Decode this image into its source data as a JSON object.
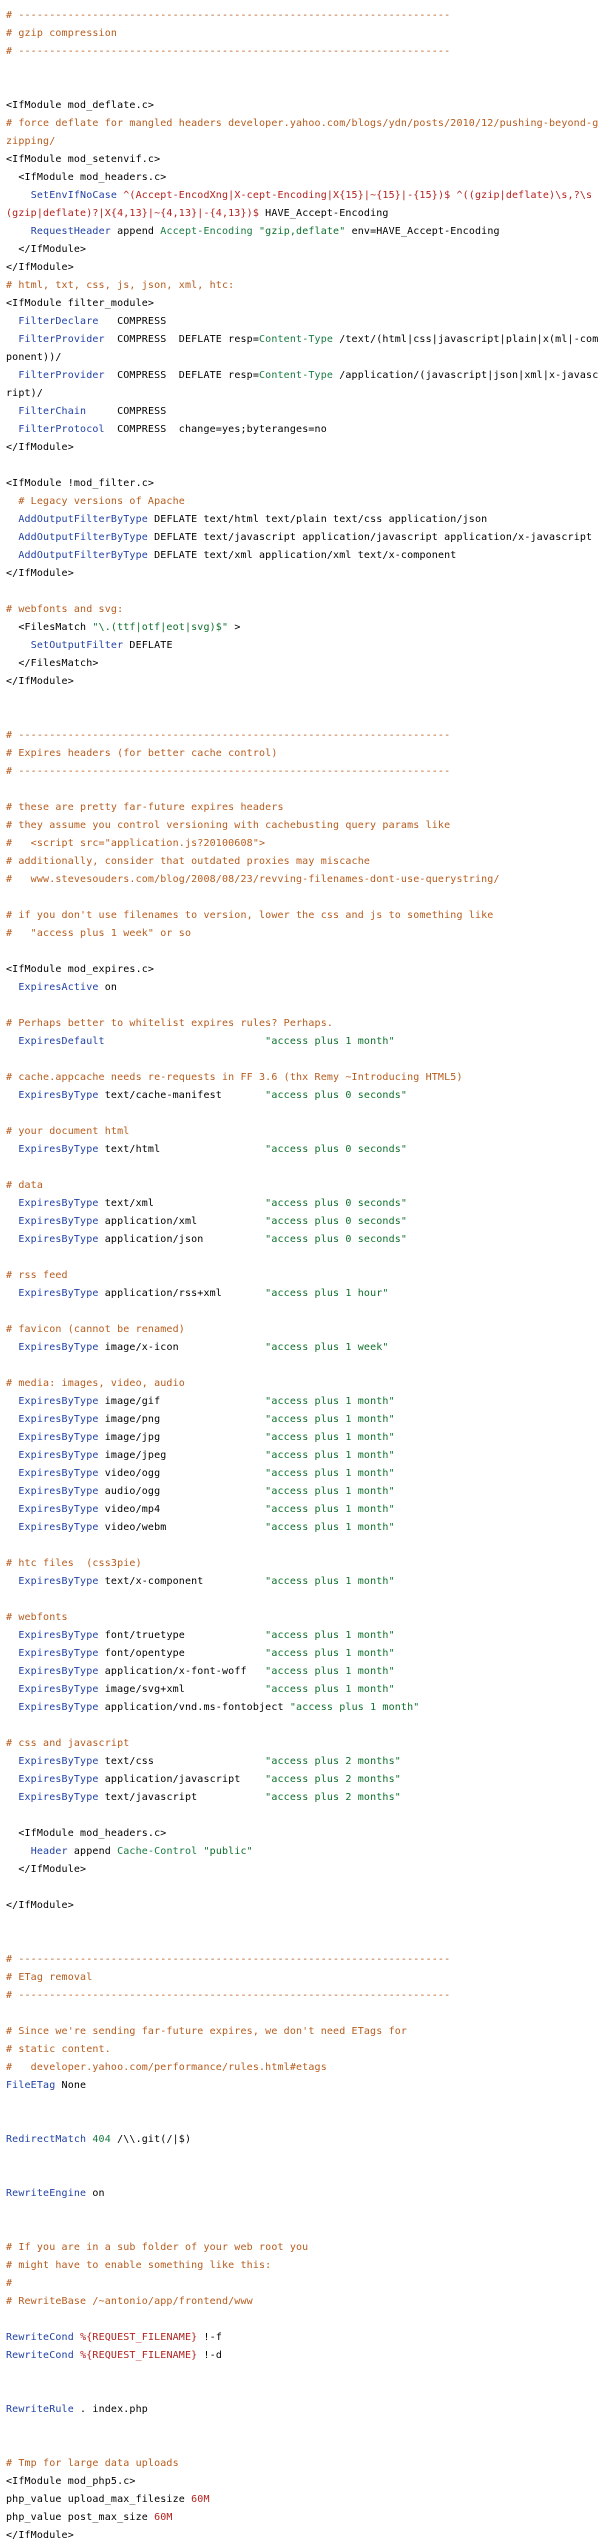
{
  "editor": {
    "colors": {
      "comment": "#b65c1e",
      "keyword": "#2142a5",
      "string": "#0e6f2c",
      "regex": "#b2211d",
      "type": "#1a7a42",
      "plain": "#000000",
      "background": "#ffffff"
    },
    "lines": [
      [
        [
          "c",
          "# ----------------------------------------------------------------------"
        ]
      ],
      [
        [
          "c",
          "# gzip compression"
        ]
      ],
      [
        [
          "c",
          "# ----------------------------------------------------------------------"
        ]
      ],
      [],
      [],
      [
        [
          "p",
          "<IfModule mod_deflate.c>"
        ]
      ],
      [
        [
          "c",
          "# force deflate for mangled headers developer.yahoo.com/blogs/ydn/posts/2010/12/pushing-beyond-gzipping/"
        ]
      ],
      [
        [
          "p",
          "<IfModule mod_setenvif.c>"
        ]
      ],
      [
        [
          "p",
          "  <IfModule mod_headers.c>"
        ]
      ],
      [
        [
          "p",
          "    "
        ],
        [
          "k",
          "SetEnvIfNoCase"
        ],
        [
          "p",
          " "
        ],
        [
          "r",
          "^(Accept-EncodXng|X-cept-Encoding|X{15}|~{15}|-{15})$"
        ],
        [
          "p",
          " "
        ],
        [
          "r",
          "^((gzip|deflate)\\s,?\\s(gzip|deflate)?|X{4,13}|~{4,13}|-{4,13})$"
        ],
        [
          "p",
          " HAVE_Accept-Encoding"
        ]
      ],
      [
        [
          "p",
          "    "
        ],
        [
          "k",
          "RequestHeader"
        ],
        [
          "p",
          " append "
        ],
        [
          "t",
          "Accept-Encoding"
        ],
        [
          "p",
          " "
        ],
        [
          "s",
          "\"gzip,deflate\""
        ],
        [
          "p",
          " env=HAVE_Accept-Encoding"
        ]
      ],
      [
        [
          "p",
          "  </IfModule>"
        ]
      ],
      [
        [
          "p",
          "</IfModule>"
        ]
      ],
      [
        [
          "c",
          "# html, txt, css, js, json, xml, htc:"
        ]
      ],
      [
        [
          "p",
          "<IfModule filter_module>"
        ]
      ],
      [
        [
          "p",
          "  "
        ],
        [
          "k",
          "FilterDeclare"
        ],
        [
          "p",
          "   COMPRESS"
        ]
      ],
      [
        [
          "p",
          "  "
        ],
        [
          "k",
          "FilterProvider"
        ],
        [
          "p",
          "  COMPRESS  DEFLATE resp="
        ],
        [
          "t",
          "Content-Type"
        ],
        [
          "p",
          " /text/(html|css|javascript|plain|x(ml|-component))/"
        ]
      ],
      [
        [
          "p",
          "  "
        ],
        [
          "k",
          "FilterProvider"
        ],
        [
          "p",
          "  COMPRESS  DEFLATE resp="
        ],
        [
          "t",
          "Content-Type"
        ],
        [
          "p",
          " /application/(javascript|json|xml|x-javascript)/"
        ]
      ],
      [
        [
          "p",
          "  "
        ],
        [
          "k",
          "FilterChain"
        ],
        [
          "p",
          "     COMPRESS"
        ]
      ],
      [
        [
          "p",
          "  "
        ],
        [
          "k",
          "FilterProtocol"
        ],
        [
          "p",
          "  COMPRESS  change=yes;byteranges=no"
        ]
      ],
      [
        [
          "p",
          "</IfModule>"
        ]
      ],
      [],
      [
        [
          "p",
          "<IfModule !mod_filter.c>"
        ]
      ],
      [
        [
          "c",
          "  # Legacy versions of Apache"
        ]
      ],
      [
        [
          "p",
          "  "
        ],
        [
          "k",
          "AddOutputFilterByType"
        ],
        [
          "p",
          " DEFLATE text/html text/plain text/css application/json"
        ]
      ],
      [
        [
          "p",
          "  "
        ],
        [
          "k",
          "AddOutputFilterByType"
        ],
        [
          "p",
          " DEFLATE text/javascript application/javascript application/x-javascript"
        ]
      ],
      [
        [
          "p",
          "  "
        ],
        [
          "k",
          "AddOutputFilterByType"
        ],
        [
          "p",
          " DEFLATE text/xml application/xml text/x-component"
        ]
      ],
      [
        [
          "p",
          "</IfModule>"
        ]
      ],
      [],
      [
        [
          "c",
          "# webfonts and svg:"
        ]
      ],
      [
        [
          "p",
          "  <FilesMatch "
        ],
        [
          "s",
          "\"\\.(ttf|otf|eot|svg)$\""
        ],
        [
          "p",
          " >"
        ]
      ],
      [
        [
          "p",
          "    "
        ],
        [
          "k",
          "SetOutputFilter"
        ],
        [
          "p",
          " DEFLATE"
        ]
      ],
      [
        [
          "p",
          "  </FilesMatch>"
        ]
      ],
      [
        [
          "p",
          "</IfModule>"
        ]
      ],
      [],
      [],
      [
        [
          "c",
          "# ----------------------------------------------------------------------"
        ]
      ],
      [
        [
          "c",
          "# Expires headers (for better cache control)"
        ]
      ],
      [
        [
          "c",
          "# ----------------------------------------------------------------------"
        ]
      ],
      [],
      [
        [
          "c",
          "# these are pretty far-future expires headers"
        ]
      ],
      [
        [
          "c",
          "# they assume you control versioning with cachebusting query params like"
        ]
      ],
      [
        [
          "c",
          "#   <script src=\"application.js?20100608\">"
        ]
      ],
      [
        [
          "c",
          "# additionally, consider that outdated proxies may miscache"
        ]
      ],
      [
        [
          "c",
          "#   www.stevesouders.com/blog/2008/08/23/revving-filenames-dont-use-querystring/"
        ]
      ],
      [],
      [
        [
          "c",
          "# if you don't use filenames to version, lower the css and js to something like"
        ]
      ],
      [
        [
          "c",
          "#   \"access plus 1 week\" or so"
        ]
      ],
      [],
      [
        [
          "p",
          "<IfModule mod_expires.c>"
        ]
      ],
      [
        [
          "p",
          "  "
        ],
        [
          "k",
          "ExpiresActive"
        ],
        [
          "p",
          " on"
        ]
      ],
      [],
      [
        [
          "c",
          "# Perhaps better to whitelist expires rules? Perhaps."
        ]
      ],
      [
        [
          "p",
          "  "
        ],
        [
          "k",
          "ExpiresDefault"
        ],
        [
          "p",
          "                          "
        ],
        [
          "s",
          "\"access plus 1 month\""
        ]
      ],
      [],
      [
        [
          "c",
          "# cache.appcache needs re-requests in FF 3.6 (thx Remy ~Introducing HTML5)"
        ]
      ],
      [
        [
          "p",
          "  "
        ],
        [
          "k",
          "ExpiresByType"
        ],
        [
          "p",
          " text/cache-manifest       "
        ],
        [
          "s",
          "\"access plus 0 seconds\""
        ]
      ],
      [],
      [
        [
          "c",
          "# your document html"
        ]
      ],
      [
        [
          "p",
          "  "
        ],
        [
          "k",
          "ExpiresByType"
        ],
        [
          "p",
          " text/html                 "
        ],
        [
          "s",
          "\"access plus 0 seconds\""
        ]
      ],
      [],
      [
        [
          "c",
          "# data"
        ]
      ],
      [
        [
          "p",
          "  "
        ],
        [
          "k",
          "ExpiresByType"
        ],
        [
          "p",
          " text/xml                  "
        ],
        [
          "s",
          "\"access plus 0 seconds\""
        ]
      ],
      [
        [
          "p",
          "  "
        ],
        [
          "k",
          "ExpiresByType"
        ],
        [
          "p",
          " application/xml           "
        ],
        [
          "s",
          "\"access plus 0 seconds\""
        ]
      ],
      [
        [
          "p",
          "  "
        ],
        [
          "k",
          "ExpiresByType"
        ],
        [
          "p",
          " application/json          "
        ],
        [
          "s",
          "\"access plus 0 seconds\""
        ]
      ],
      [],
      [
        [
          "c",
          "# rss feed"
        ]
      ],
      [
        [
          "p",
          "  "
        ],
        [
          "k",
          "ExpiresByType"
        ],
        [
          "p",
          " application/rss+xml       "
        ],
        [
          "s",
          "\"access plus 1 hour\""
        ]
      ],
      [],
      [
        [
          "c",
          "# favicon (cannot be renamed)"
        ]
      ],
      [
        [
          "p",
          "  "
        ],
        [
          "k",
          "ExpiresByType"
        ],
        [
          "p",
          " image/x-icon              "
        ],
        [
          "s",
          "\"access plus 1 week\""
        ]
      ],
      [],
      [
        [
          "c",
          "# media: images, video, audio"
        ]
      ],
      [
        [
          "p",
          "  "
        ],
        [
          "k",
          "ExpiresByType"
        ],
        [
          "p",
          " image/gif                 "
        ],
        [
          "s",
          "\"access plus 1 month\""
        ]
      ],
      [
        [
          "p",
          "  "
        ],
        [
          "k",
          "ExpiresByType"
        ],
        [
          "p",
          " image/png                 "
        ],
        [
          "s",
          "\"access plus 1 month\""
        ]
      ],
      [
        [
          "p",
          "  "
        ],
        [
          "k",
          "ExpiresByType"
        ],
        [
          "p",
          " image/jpg                 "
        ],
        [
          "s",
          "\"access plus 1 month\""
        ]
      ],
      [
        [
          "p",
          "  "
        ],
        [
          "k",
          "ExpiresByType"
        ],
        [
          "p",
          " image/jpeg                "
        ],
        [
          "s",
          "\"access plus 1 month\""
        ]
      ],
      [
        [
          "p",
          "  "
        ],
        [
          "k",
          "ExpiresByType"
        ],
        [
          "p",
          " video/ogg                 "
        ],
        [
          "s",
          "\"access plus 1 month\""
        ]
      ],
      [
        [
          "p",
          "  "
        ],
        [
          "k",
          "ExpiresByType"
        ],
        [
          "p",
          " audio/ogg                 "
        ],
        [
          "s",
          "\"access plus 1 month\""
        ]
      ],
      [
        [
          "p",
          "  "
        ],
        [
          "k",
          "ExpiresByType"
        ],
        [
          "p",
          " video/mp4                 "
        ],
        [
          "s",
          "\"access plus 1 month\""
        ]
      ],
      [
        [
          "p",
          "  "
        ],
        [
          "k",
          "ExpiresByType"
        ],
        [
          "p",
          " video/webm                "
        ],
        [
          "s",
          "\"access plus 1 month\""
        ]
      ],
      [],
      [
        [
          "c",
          "# htc files  (css3pie)"
        ]
      ],
      [
        [
          "p",
          "  "
        ],
        [
          "k",
          "ExpiresByType"
        ],
        [
          "p",
          " text/x-component          "
        ],
        [
          "s",
          "\"access plus 1 month\""
        ]
      ],
      [],
      [
        [
          "c",
          "# webfonts"
        ]
      ],
      [
        [
          "p",
          "  "
        ],
        [
          "k",
          "ExpiresByType"
        ],
        [
          "p",
          " font/truetype             "
        ],
        [
          "s",
          "\"access plus 1 month\""
        ]
      ],
      [
        [
          "p",
          "  "
        ],
        [
          "k",
          "ExpiresByType"
        ],
        [
          "p",
          " font/opentype             "
        ],
        [
          "s",
          "\"access plus 1 month\""
        ]
      ],
      [
        [
          "p",
          "  "
        ],
        [
          "k",
          "ExpiresByType"
        ],
        [
          "p",
          " application/x-font-woff   "
        ],
        [
          "s",
          "\"access plus 1 month\""
        ]
      ],
      [
        [
          "p",
          "  "
        ],
        [
          "k",
          "ExpiresByType"
        ],
        [
          "p",
          " image/svg+xml             "
        ],
        [
          "s",
          "\"access plus 1 month\""
        ]
      ],
      [
        [
          "p",
          "  "
        ],
        [
          "k",
          "ExpiresByType"
        ],
        [
          "p",
          " application/vnd.ms-fontobject "
        ],
        [
          "s",
          "\"access plus 1 month\""
        ]
      ],
      [],
      [
        [
          "c",
          "# css and javascript"
        ]
      ],
      [
        [
          "p",
          "  "
        ],
        [
          "k",
          "ExpiresByType"
        ],
        [
          "p",
          " text/css                  "
        ],
        [
          "s",
          "\"access plus 2 months\""
        ]
      ],
      [
        [
          "p",
          "  "
        ],
        [
          "k",
          "ExpiresByType"
        ],
        [
          "p",
          " application/javascript    "
        ],
        [
          "s",
          "\"access plus 2 months\""
        ]
      ],
      [
        [
          "p",
          "  "
        ],
        [
          "k",
          "ExpiresByType"
        ],
        [
          "p",
          " text/javascript           "
        ],
        [
          "s",
          "\"access plus 2 months\""
        ]
      ],
      [],
      [
        [
          "p",
          "  <IfModule mod_headers.c>"
        ]
      ],
      [
        [
          "p",
          "    "
        ],
        [
          "k",
          "Header"
        ],
        [
          "p",
          " append "
        ],
        [
          "t",
          "Cache-Control"
        ],
        [
          "p",
          " "
        ],
        [
          "s",
          "\"public\""
        ]
      ],
      [
        [
          "p",
          "  </IfModule>"
        ]
      ],
      [],
      [
        [
          "p",
          "</IfModule>"
        ]
      ],
      [],
      [],
      [
        [
          "c",
          "# ----------------------------------------------------------------------"
        ]
      ],
      [
        [
          "c",
          "# ETag removal"
        ]
      ],
      [
        [
          "c",
          "# ----------------------------------------------------------------------"
        ]
      ],
      [],
      [
        [
          "c",
          "# Since we're sending far-future expires, we don't need ETags for"
        ]
      ],
      [
        [
          "c",
          "# static content."
        ]
      ],
      [
        [
          "c",
          "#   developer.yahoo.com/performance/rules.html#etags"
        ]
      ],
      [
        [
          "k",
          "FileETag"
        ],
        [
          "p",
          " None"
        ]
      ],
      [],
      [],
      [
        [
          "k",
          "RedirectMatch"
        ],
        [
          "p",
          " "
        ],
        [
          "t",
          "404"
        ],
        [
          "p",
          " /\\\\.git(/|$)"
        ]
      ],
      [],
      [],
      [
        [
          "k",
          "RewriteEngine"
        ],
        [
          "p",
          " on"
        ]
      ],
      [],
      [],
      [
        [
          "c",
          "# If you are in a sub folder of your web root you"
        ]
      ],
      [
        [
          "c",
          "# might have to enable something like this:"
        ]
      ],
      [
        [
          "c",
          "#"
        ]
      ],
      [
        [
          "c",
          "# RewriteBase /~antonio/app/frontend/www"
        ]
      ],
      [],
      [
        [
          "k",
          "RewriteCond"
        ],
        [
          "p",
          " "
        ],
        [
          "r",
          "%{REQUEST_FILENAME}"
        ],
        [
          "p",
          " !-f"
        ]
      ],
      [
        [
          "k",
          "RewriteCond"
        ],
        [
          "p",
          " "
        ],
        [
          "r",
          "%{REQUEST_FILENAME}"
        ],
        [
          "p",
          " !-d"
        ]
      ],
      [],
      [],
      [
        [
          "k",
          "RewriteRule"
        ],
        [
          "p",
          " . index.php"
        ]
      ],
      [],
      [],
      [
        [
          "c",
          "# Tmp for large data uploads"
        ]
      ],
      [
        [
          "p",
          "<IfModule mod_php5.c>"
        ]
      ],
      [
        [
          "p",
          "php_value upload_max_filesize "
        ],
        [
          "r",
          "60M"
        ]
      ],
      [
        [
          "p",
          "php_value post_max_size "
        ],
        [
          "r",
          "60M"
        ]
      ],
      [
        [
          "p",
          "</IfModule>"
        ]
      ]
    ]
  }
}
